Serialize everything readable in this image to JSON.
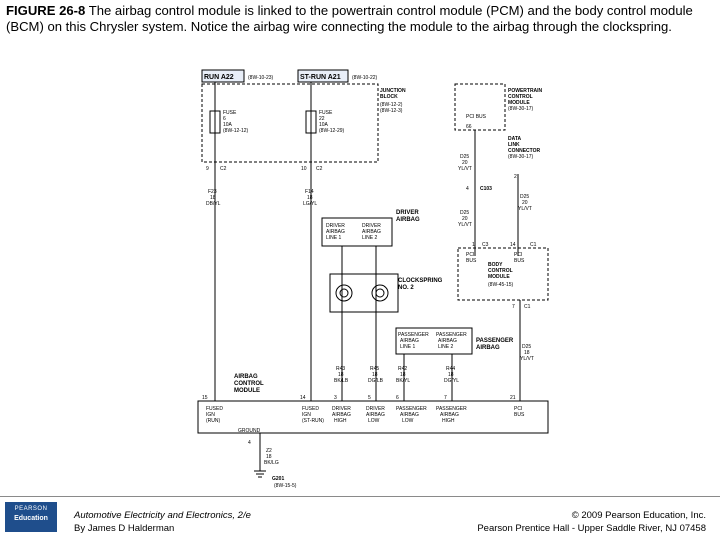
{
  "caption": {
    "figure_label": "FIGURE 26-8",
    "text": " The airbag control module is linked to the powertrain control module (PCM) and the body control module (BCM) on this Chrysler system. Notice the airbag wire connecting the module to the airbag through the clockspring."
  },
  "diagram": {
    "run_a22": "RUN A22",
    "sw_1": "(8W-10-23)",
    "st_run_a21": "ST-RUN A21",
    "sw_2": "(8W-10-22)",
    "junction_block": [
      "JUNCTION",
      "BLOCK"
    ],
    "jb_refs": [
      "(8W-12-2)",
      "(8W-12-3)"
    ],
    "fuse_left": [
      "FUSE",
      "6",
      "10A",
      "(8W-12-12)"
    ],
    "fuse_right": [
      "FUSE",
      "22",
      "10A",
      "(8W-12-29)"
    ],
    "c2_left": "9",
    "c2_right": "10",
    "c2_label": "C2",
    "wire_f23": [
      "F23",
      "18",
      "DB/YL"
    ],
    "wire_f14": [
      "F14",
      "18",
      "LG/YL"
    ],
    "pcm": [
      "POWERTRAIN",
      "CONTROL",
      "MODULE",
      "(8W-30-17)"
    ],
    "pcm_pin": "PCI BUS",
    "pcm_pin_num": "66",
    "dlc": [
      "DATA",
      "LINK",
      "CONNECTOR",
      "(8W-30-17)"
    ],
    "wire_d25_a": [
      "D25",
      "20",
      "YL/VT"
    ],
    "c103": "C103",
    "c103_pins": [
      "4",
      "2"
    ],
    "wire_d25_b": [
      "D25",
      "20",
      "YL/VT"
    ],
    "wire_d25_c": [
      "D25",
      "20",
      "YL/VT"
    ],
    "driver_airbag": [
      "DRIVER",
      "AIRBAG"
    ],
    "driver_line1": [
      "DRIVER",
      "AIRBAG",
      "LINE 1"
    ],
    "driver_line2": [
      "DRIVER",
      "AIRBAG",
      "LINE 2"
    ],
    "c3_label": "C3",
    "c1_label": "C1",
    "c3_pin": "1",
    "c1_pin": "14",
    "bcm_pci_bus": [
      "PCI",
      "BUS"
    ],
    "bcm": [
      "BODY",
      "CONTROL",
      "MODULE",
      "(8W-45-15)"
    ],
    "bcm_pci_bus_2": [
      "PCI",
      "BUS"
    ],
    "c1_lower_pin": "7",
    "c1_lower_label": "C1",
    "clockspring": [
      "CLOCKSPRING",
      "NO. 2"
    ],
    "passenger_line1": [
      "PASSENGER",
      "AIRBAG",
      "LINE 1"
    ],
    "passenger_line2": [
      "PASSENGER",
      "AIRBAG",
      "LINE 2"
    ],
    "passenger_airbag": [
      "PASSENGER",
      "AIRBAG"
    ],
    "wire_d25_d": [
      "D25",
      "18",
      "YL/VT"
    ],
    "r43": [
      "R43",
      "18",
      "BK/LB"
    ],
    "r45": [
      "R45",
      "18",
      "DG/LB"
    ],
    "r42": [
      "R42",
      "18",
      "BK/YL"
    ],
    "r44": [
      "R44",
      "18",
      "DG/YL"
    ],
    "acm": [
      "AIRBAG",
      "CONTROL",
      "MODULE"
    ],
    "acm_pins": [
      "15",
      "14",
      "3",
      "5",
      "6",
      "7",
      "21"
    ],
    "acm_label_fused_ign_run": [
      "FUSED",
      "IGN",
      "(RUN)"
    ],
    "acm_label_fused_ign_strun": [
      "FUSED",
      "IGN",
      "(ST-RUN)"
    ],
    "acm_label_driver_high": [
      "DRIVER",
      "AIRBAG",
      "HIGH"
    ],
    "acm_label_driver_low": [
      "DRIVER",
      "AIRBAG",
      "LOW"
    ],
    "acm_label_pass_low": [
      "PASSENGER",
      "AIRBAG",
      "LOW"
    ],
    "acm_label_pass_high": [
      "PASSENGER",
      "AIRBAG",
      "HIGH"
    ],
    "acm_label_pci": [
      "PCI",
      "BUS"
    ],
    "ground_label": "GROUND",
    "ground_pin": "4",
    "wire_z2": [
      "Z2",
      "18",
      "BK/LG"
    ],
    "g201": "G201",
    "g201_ref": "(8W-15-5)"
  },
  "footer": {
    "logo_top": "PEARSON",
    "logo_bottom": "Education",
    "book_title": "Automotive Electricity and Electronics, 2/e",
    "book_author": "By James D Halderman",
    "copyright": "© 2009 Pearson Education, Inc.",
    "publisher": "Pearson Prentice Hall - Upper Saddle River, NJ 07458"
  },
  "colors": {
    "accent_blue": "#1f4e8c",
    "wire": "#000000",
    "dashed": "#000000"
  }
}
